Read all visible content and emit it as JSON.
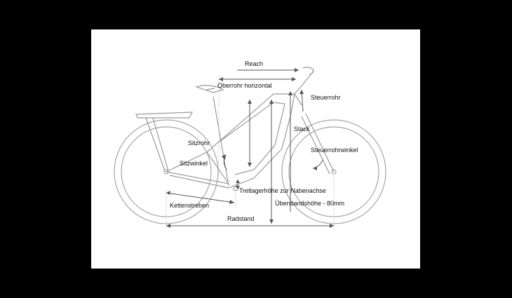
{
  "labels": {
    "reach": "Reach",
    "top_tube": "Oberrohr horizontal",
    "head_tube": "Steuerrohr",
    "stack": "Stack",
    "seat_tube": "Sitzrohr",
    "head_angle": "Steuerrohrwinkel",
    "seat_angle": "Sitzwinkel",
    "bb_height": "Tretlagerhöhe zur Nabenachse",
    "chainstays": "Kettenstreben",
    "standover": "Überstandshöhe - 80mm",
    "wheelbase": "Radstand"
  },
  "colors": {
    "background": "#000000",
    "canvas": "#ffffff",
    "frame": "#9a9a9a",
    "measure": "#555555",
    "text": "#111111"
  }
}
